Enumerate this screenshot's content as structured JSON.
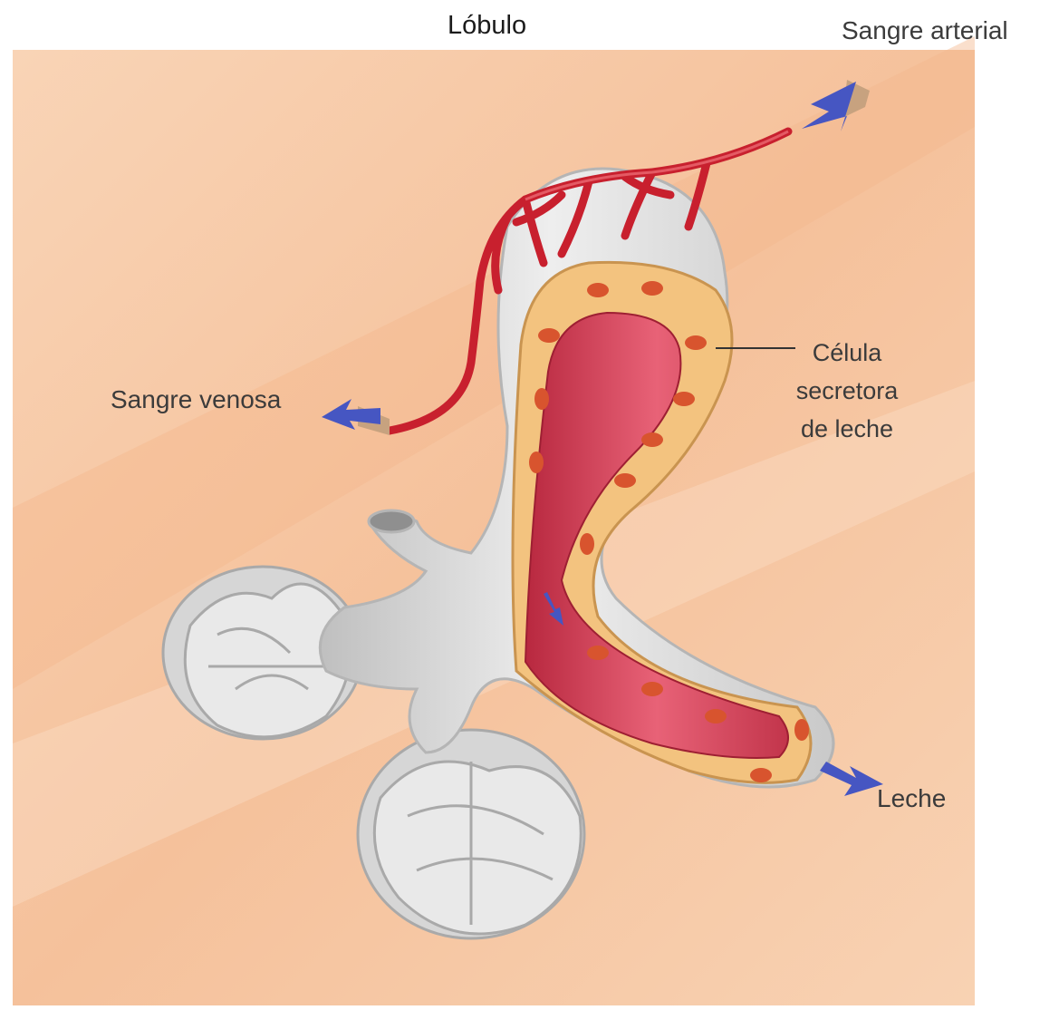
{
  "title": "Lóbulo",
  "labels": {
    "arterial": "Sangre arterial",
    "venosa": "Sangre venosa",
    "cell_line1": "Célula",
    "cell_line2": "secretora",
    "cell_line3": "de leche",
    "milk": "Leche"
  },
  "colors": {
    "background": "#f6c9a6",
    "tissue": "#dcdcdc",
    "lumen": "#d43c55",
    "cell_layer": "#f3c37f",
    "nucleus": "#d8542e",
    "vessel": "#c8202e",
    "arrow": "#4656c2"
  }
}
